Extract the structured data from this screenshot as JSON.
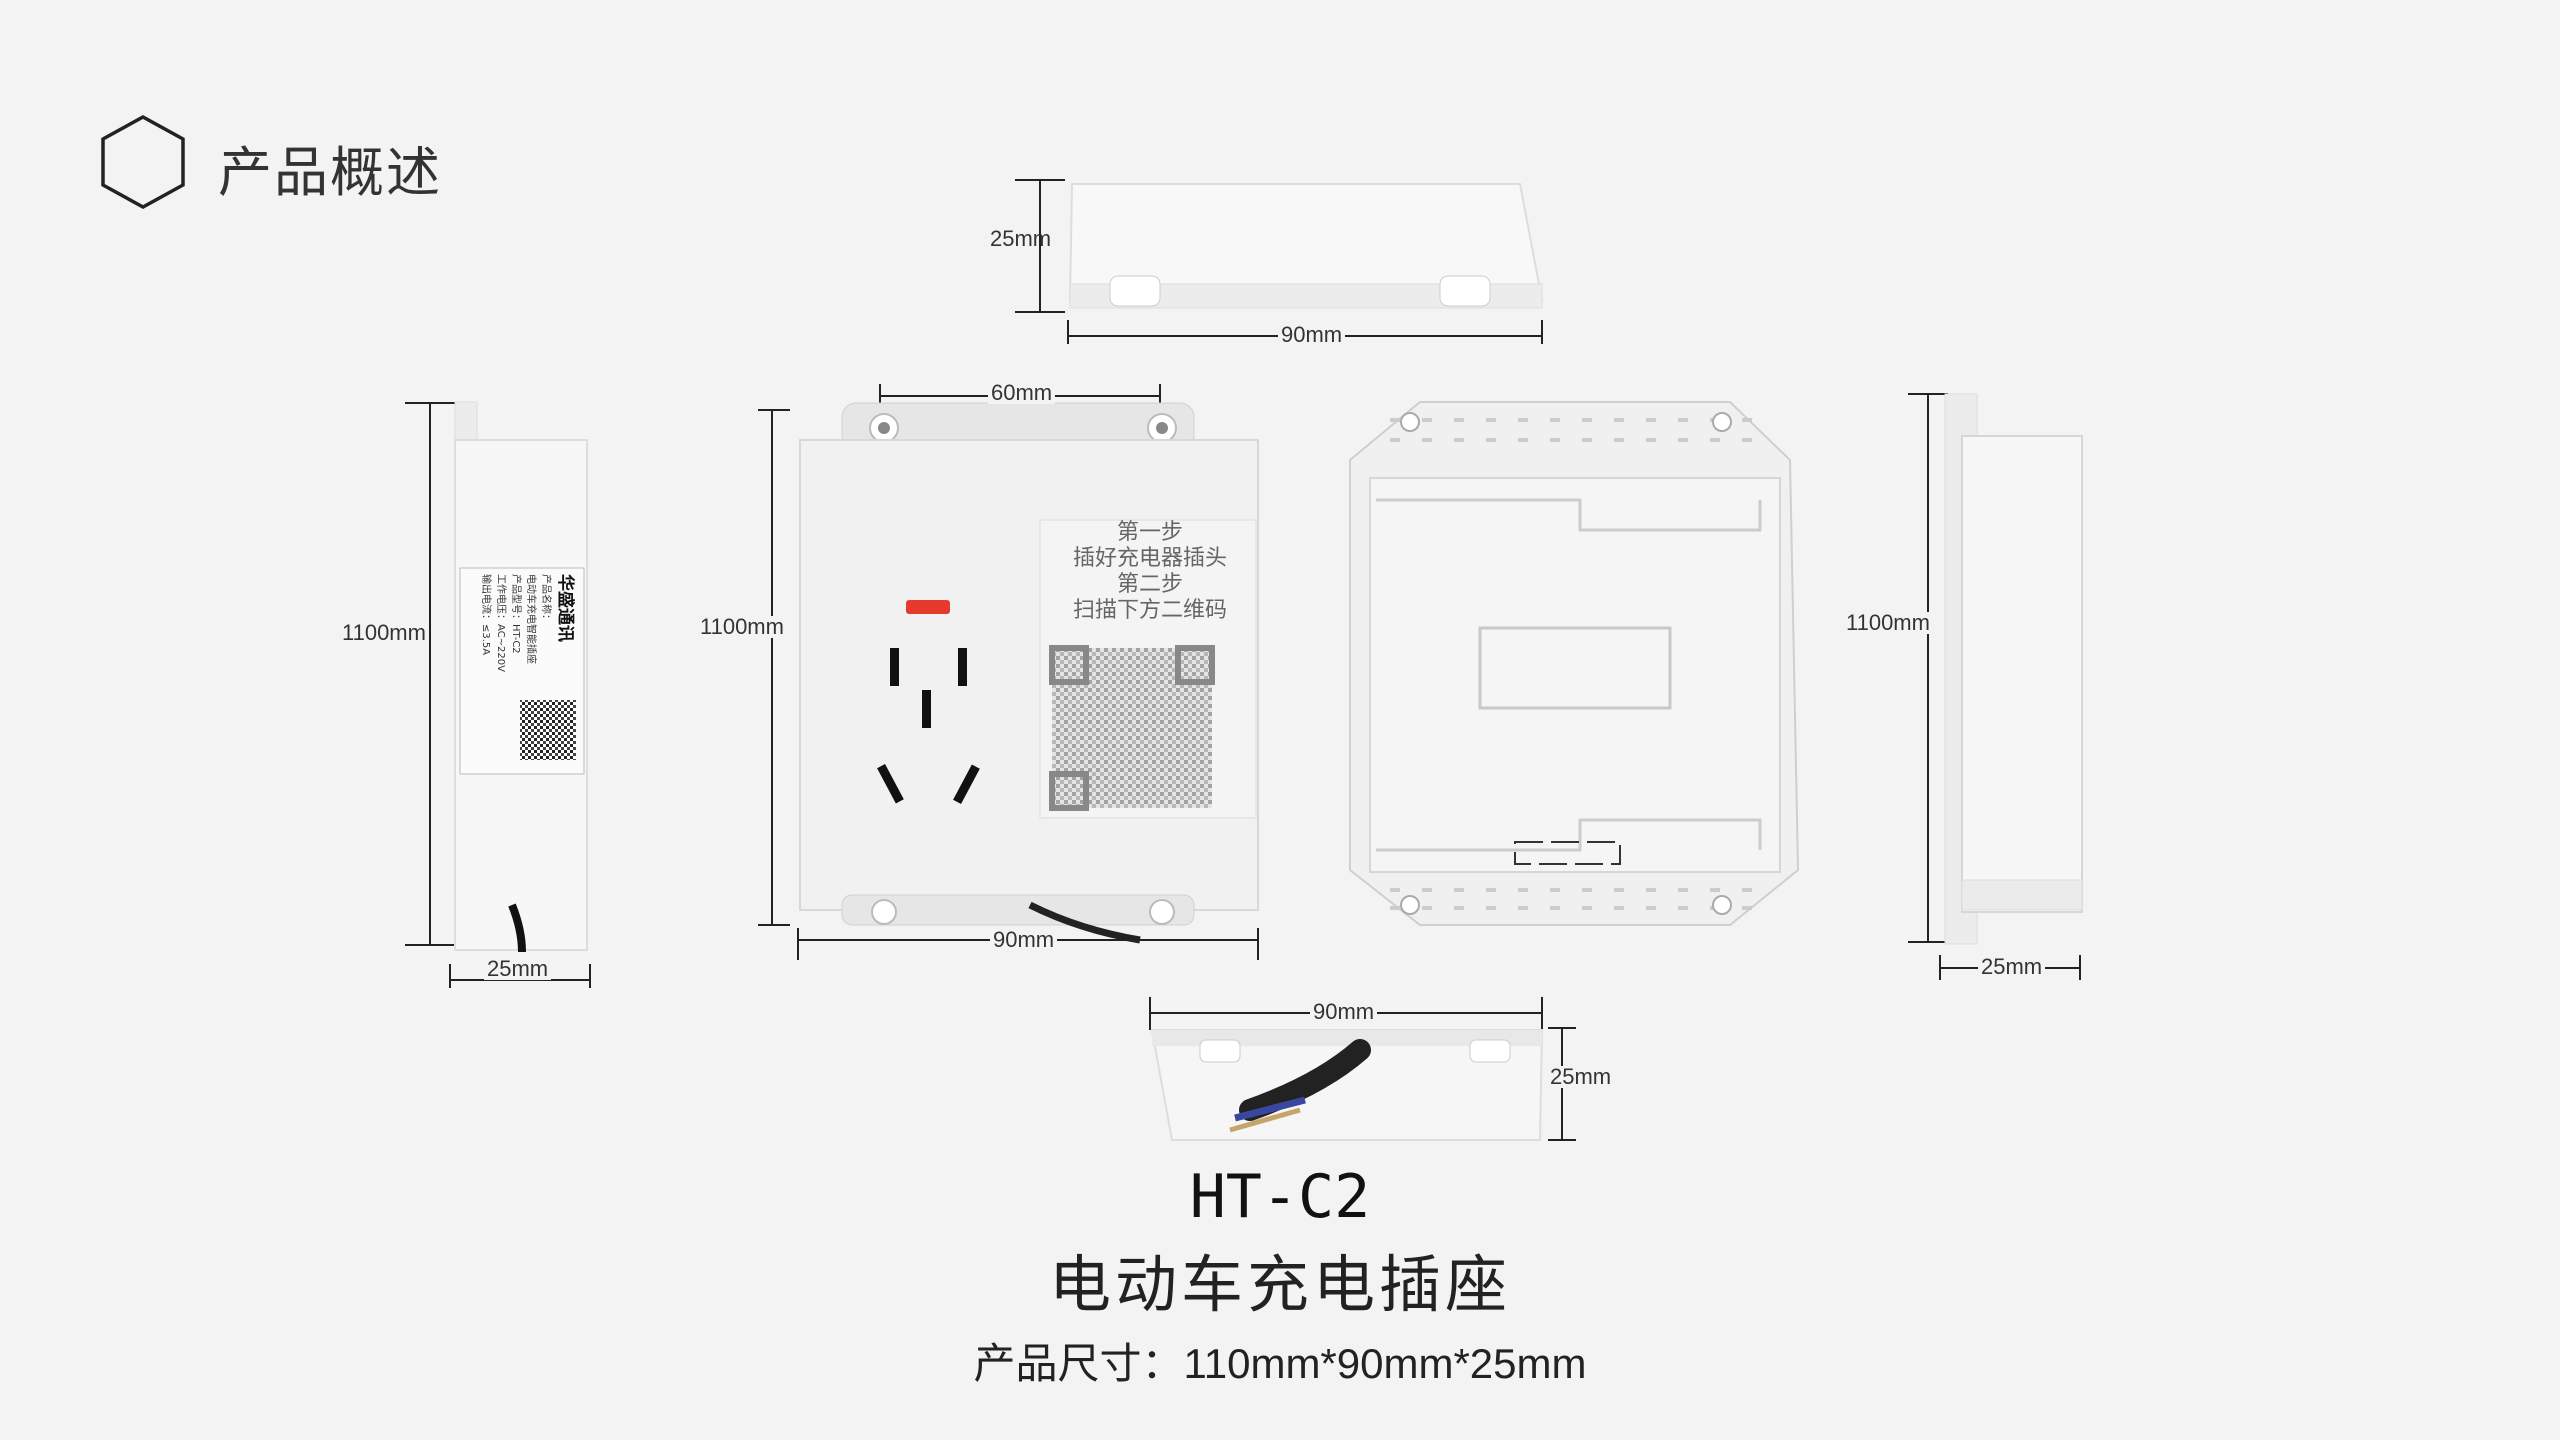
{
  "section": {
    "title": "产品概述",
    "icon": "hexagon-icon"
  },
  "dimensions": {
    "top_height": "25mm",
    "top_width": "90mm",
    "left_height": "1100mm",
    "left_width": "25mm",
    "front_width_top": "60mm",
    "front_height": "1100mm",
    "front_width": "90mm",
    "right_height": "1100mm",
    "right_width": "25mm",
    "bottom_width": "90mm",
    "bottom_height": "25mm"
  },
  "product": {
    "model": "HT-C2",
    "name": "电动车充电插座",
    "size_label": "产品尺寸：",
    "size_value": "110mm*90mm*25mm"
  },
  "instructions": {
    "step1": "第一步",
    "step1_text": "插好充电器插头",
    "step2": "第二步",
    "step2_text": "扫描下方二维码"
  },
  "side_label": {
    "brand": "华盛通讯",
    "lines": [
      "产品名称：",
      "电动车充电智能插座",
      "产品型号：HT-C2",
      "工作电压：AC~220V",
      "输出电流：≤3.5A"
    ]
  }
}
